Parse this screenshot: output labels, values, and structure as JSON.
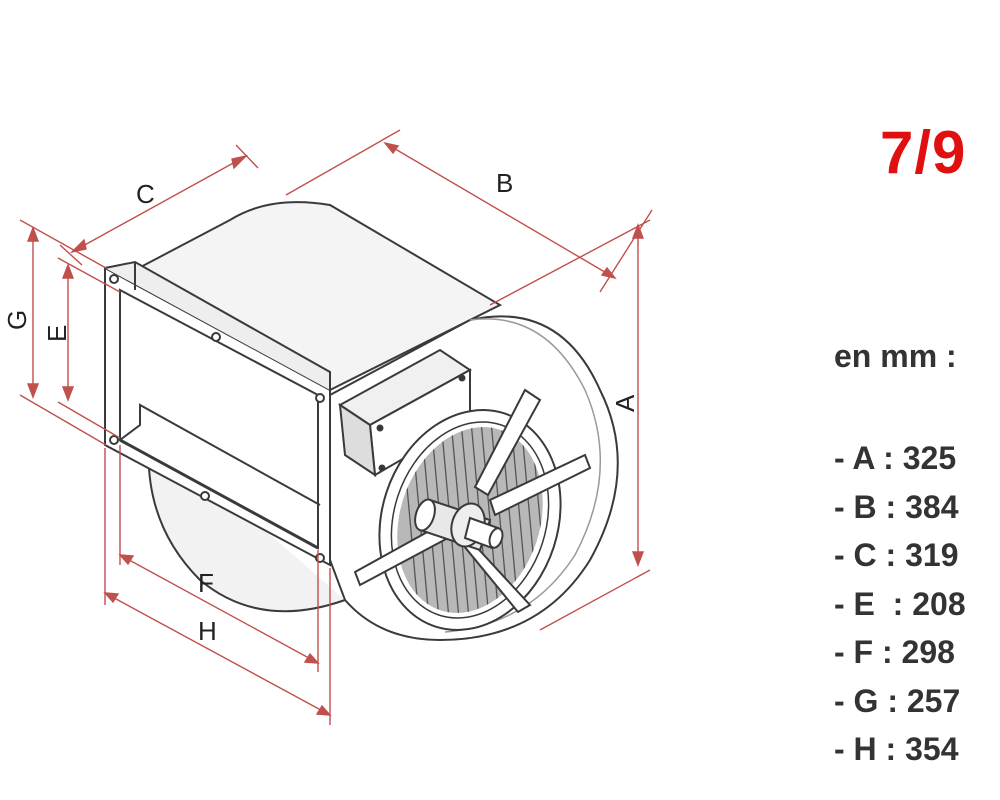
{
  "model": "7/9",
  "unit": "en mm :",
  "dimensions": [
    {
      "key": "A",
      "text": "- A : 325"
    },
    {
      "key": "B",
      "text": "- B : 384"
    },
    {
      "key": "C",
      "text": "- C : 319"
    },
    {
      "key": "E",
      "text": "- E  : 208"
    },
    {
      "key": "F",
      "text": "- F : 298"
    },
    {
      "key": "G",
      "text": "- G : 257"
    },
    {
      "key": "H",
      "text": "- H : 354"
    }
  ],
  "diagram_labels": {
    "A": "A",
    "B": "B",
    "C": "C",
    "E": "E",
    "F": "F",
    "G": "G",
    "H": "H"
  },
  "colors": {
    "dimension_lines": "#c0504d",
    "model_number": "#e01010",
    "outline": "#3a3a3a",
    "text": "#333333"
  }
}
